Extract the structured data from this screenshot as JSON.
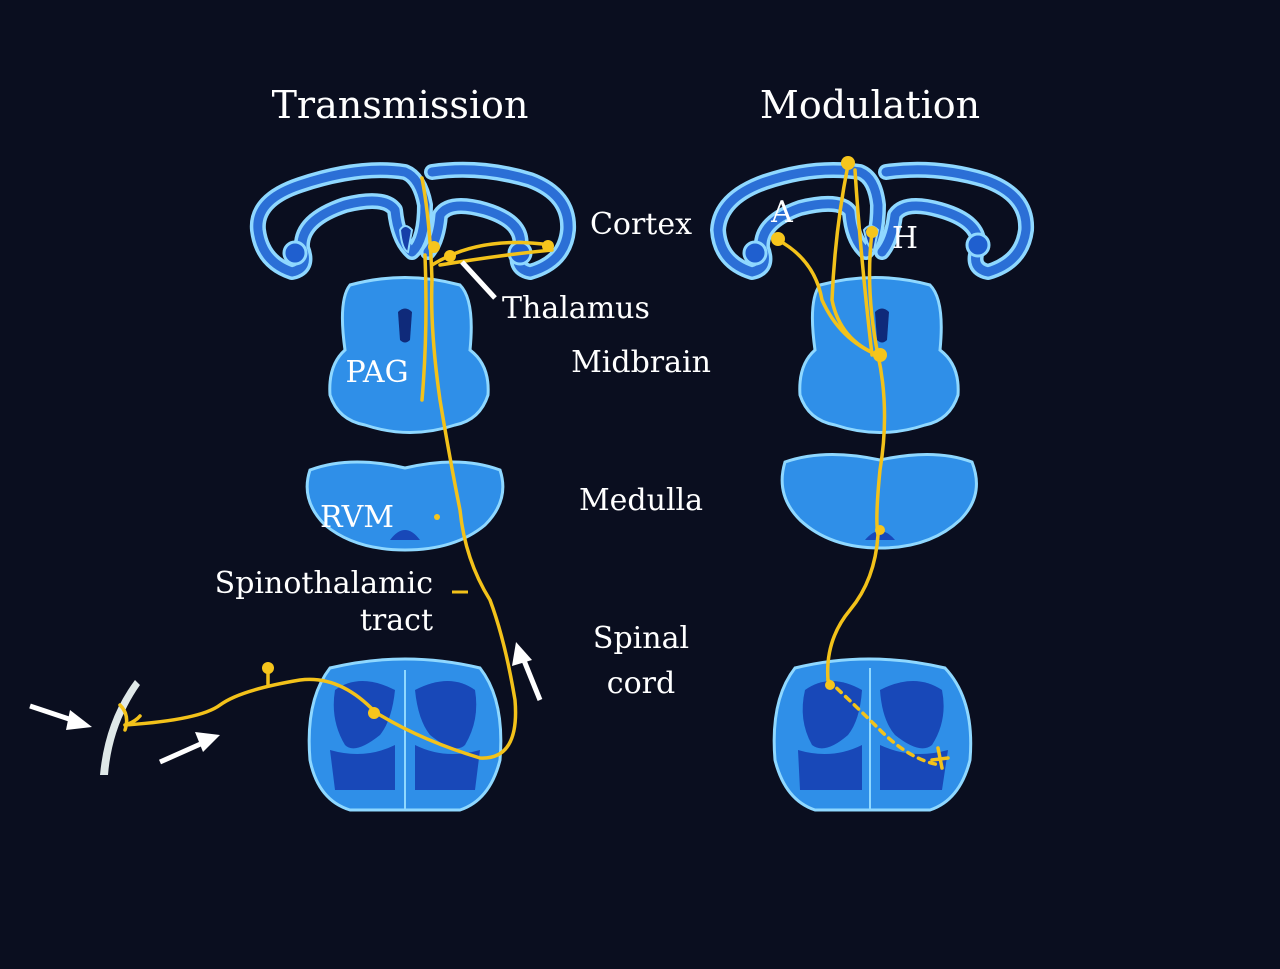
{
  "titles": {
    "left": "Transmission",
    "right": "Modulation"
  },
  "labels": {
    "cortex": "Cortex",
    "thalamus": "Thalamus",
    "midbrain": "Midbrain",
    "pag": "PAG",
    "rvm": "RVM",
    "medulla": "Medulla",
    "spinothalamic_line1": "Spinothalamic",
    "spinothalamic_line2": "tract",
    "spinal_line1": "Spinal",
    "spinal_line2": "cord",
    "a": "A",
    "h": "H"
  },
  "colors": {
    "background": "#0a0e1f",
    "tissue": "#2f8fe8",
    "tissue_outline": "#8fd8ff",
    "gray_matter": "#1848b8",
    "fiber": "#f3c21a",
    "text": "#ffffff"
  }
}
